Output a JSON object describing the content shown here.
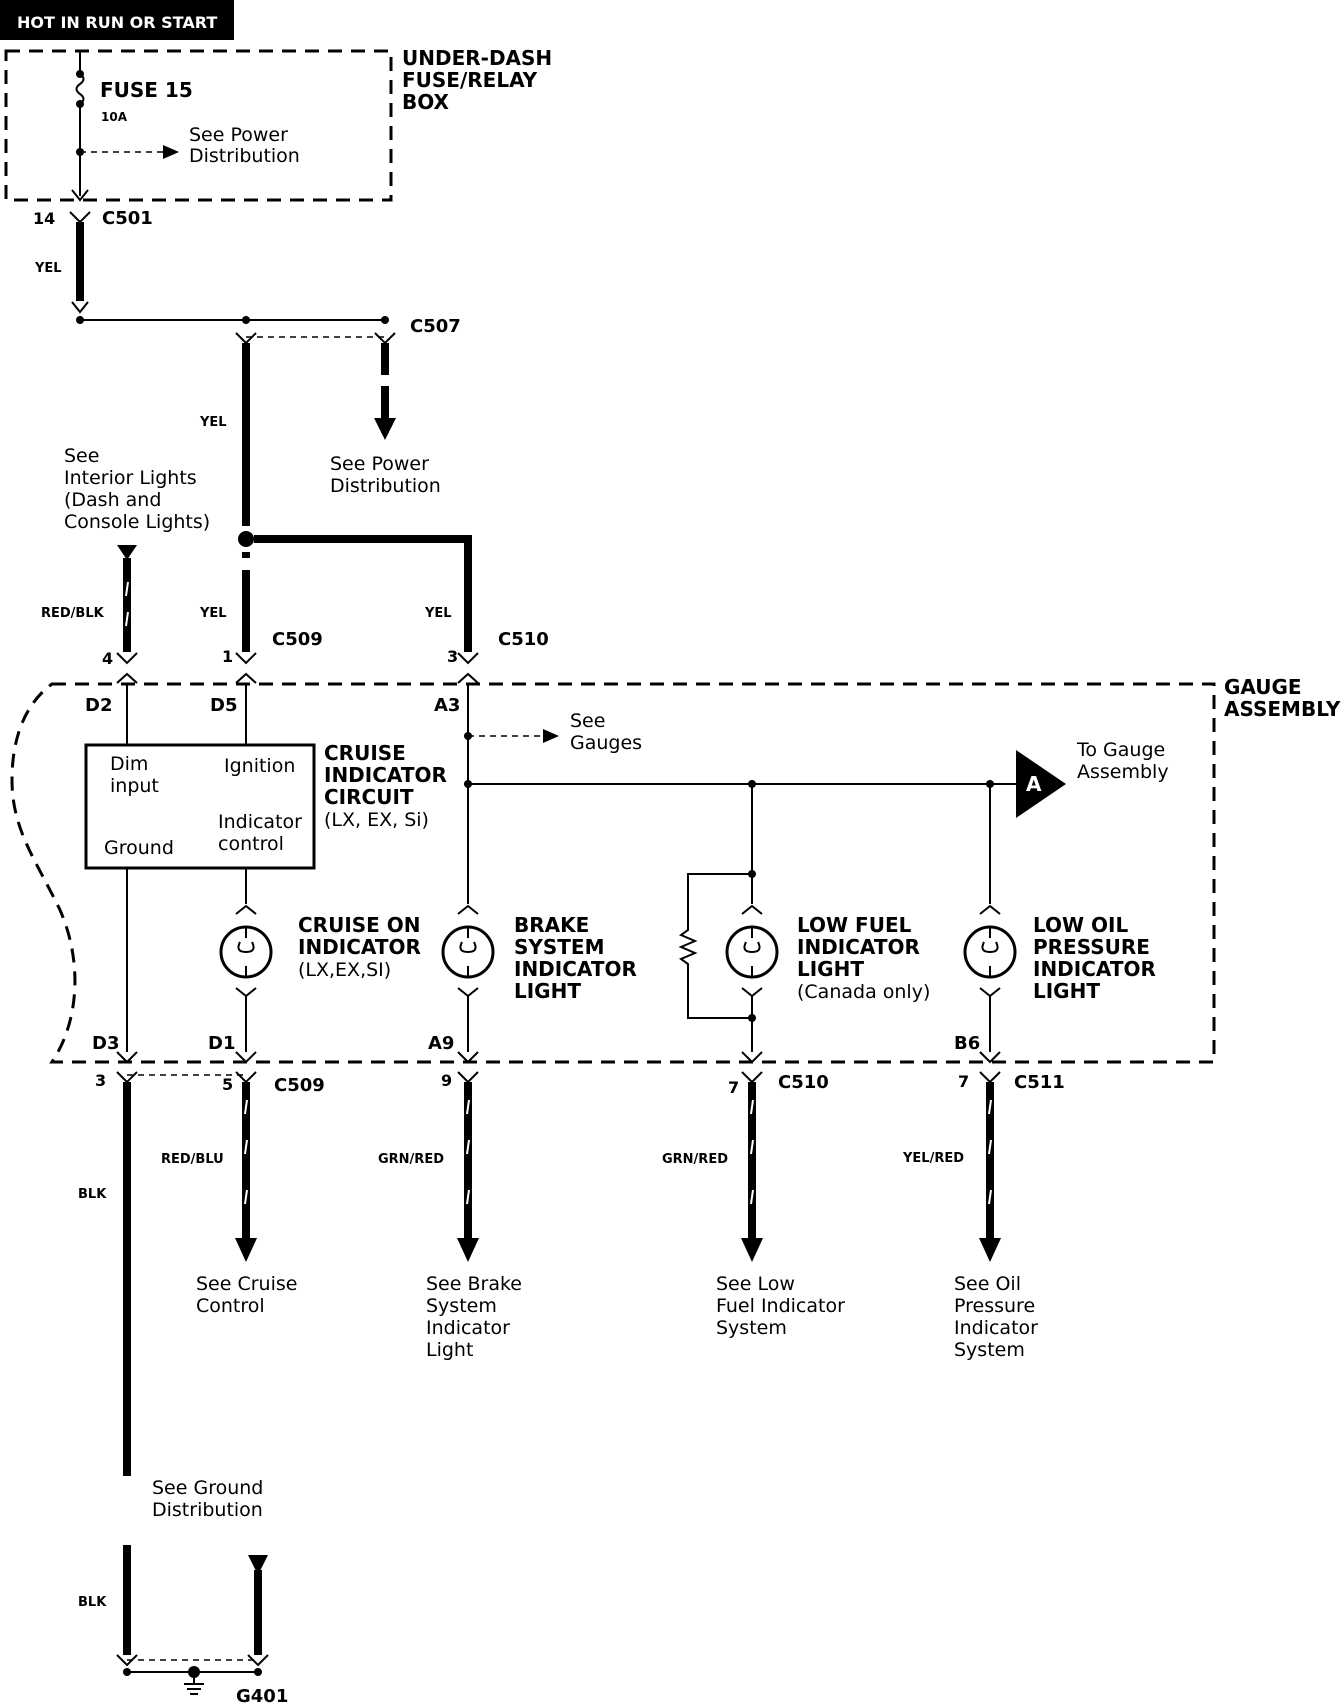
{
  "header": {
    "title": "HOT IN RUN OR START"
  },
  "fuse_box": {
    "name_line1": "UNDER-DASH",
    "name_line2": "FUSE/RELAY",
    "name_line3": "BOX",
    "fuse_label": "FUSE 15",
    "fuse_rating": "10A",
    "power_ref_line1": "See Power",
    "power_ref_line2": "Distribution"
  },
  "connectors": {
    "c501": "C501",
    "c501_pin": "14",
    "c507": "C507",
    "c509_top": "C509",
    "c510_top": "C510",
    "c509_bottom": "C509",
    "c510_bottom": "C510",
    "c511": "C511",
    "g401": "G401"
  },
  "wires": {
    "yel": "YEL",
    "red_blk": "RED/BLK",
    "red_blu": "RED/BLU",
    "grn_red": "GRN/RED",
    "yel_red": "YEL/RED",
    "blk": "BLK"
  },
  "refs": {
    "power_line1": "See Power",
    "power_line2": "Distribution",
    "interior_line1": "See",
    "interior_line2": "Interior Lights",
    "interior_line3": "(Dash and",
    "interior_line4": "Console Lights)",
    "gauges_line1": "See",
    "gauges_line2": "Gauges",
    "to_gauge_line1": "To Gauge",
    "to_gauge_line2": "Assembly",
    "cruise_line1": "See Cruise",
    "cruise_line2": "Control",
    "brake_line1": "See Brake",
    "brake_line2": "System",
    "brake_line3": "Indicator",
    "brake_line4": "Light",
    "fuel_line1": "See Low",
    "fuel_line2": "Fuel Indicator",
    "fuel_line3": "System",
    "oil_line1": "See Oil",
    "oil_line2": "Pressure",
    "oil_line3": "Indicator",
    "oil_line4": "System",
    "ground_line1": "See Ground",
    "ground_line2": "Distribution"
  },
  "pins_top": {
    "p4": "4",
    "p1": "1",
    "p3": "3"
  },
  "terminals_top": {
    "d2": "D2",
    "d5": "D5",
    "a3": "A3"
  },
  "terminals_bottom": {
    "d3": "D3",
    "d1": "D1",
    "a9": "A9",
    "b6": "B6"
  },
  "pins_bottom": {
    "p3": "3",
    "p5": "5",
    "p9": "9",
    "p7a": "7",
    "p7b": "7"
  },
  "gauge_assembly": {
    "line1": "GAUGE",
    "line2": "ASSEMBLY"
  },
  "cruise_circuit": {
    "title_line1": "CRUISE",
    "title_line2": "INDICATOR",
    "title_line3": "CIRCUIT",
    "title_line4": "(LX, EX, Si)",
    "dim_line1": "Dim",
    "dim_line2": "input",
    "ignition": "Ignition",
    "indicator_line1": "Indicator",
    "indicator_line2": "control",
    "ground": "Ground"
  },
  "indicators": {
    "cruise_on_line1": "CRUISE ON",
    "cruise_on_line2": "INDICATOR",
    "cruise_on_line3": "(LX,EX,SI)",
    "brake_line1": "BRAKE",
    "brake_line2": "SYSTEM",
    "brake_line3": "INDICATOR",
    "brake_line4": "LIGHT",
    "fuel_line1": "LOW FUEL",
    "fuel_line2": "INDICATOR",
    "fuel_line3": "LIGHT",
    "fuel_line4": "(Canada only)",
    "oil_line1": "LOW OIL",
    "oil_line2": "PRESSURE",
    "oil_line3": "INDICATOR",
    "oil_line4": "LIGHT"
  },
  "junction_a": {
    "letter": "A"
  }
}
